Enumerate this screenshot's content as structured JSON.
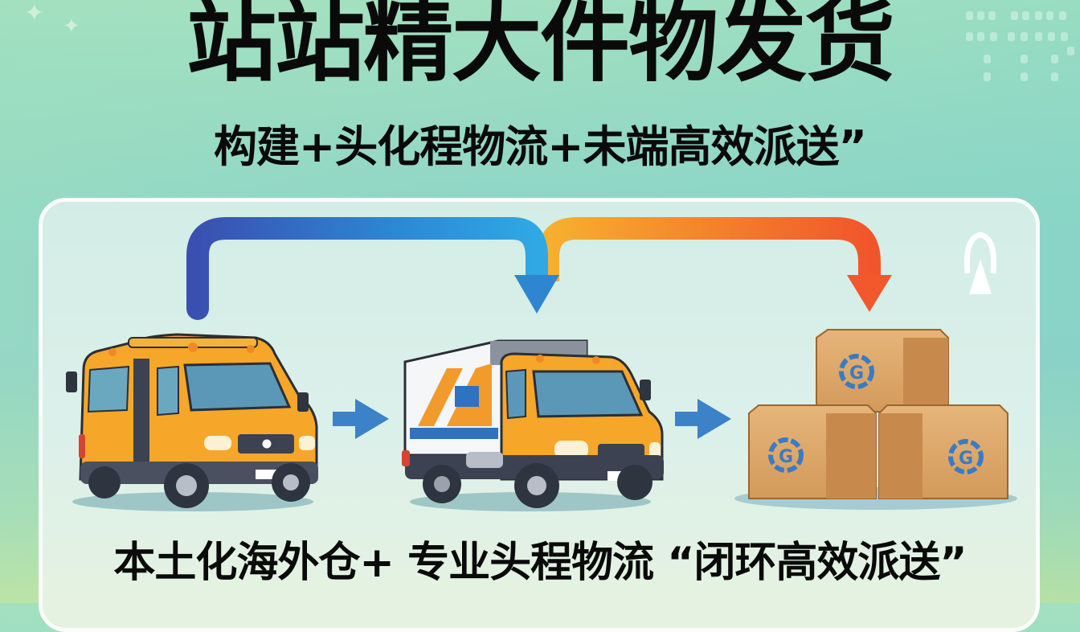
{
  "header": {
    "title": "站站精大件物发货",
    "subtitle": "构建+头化程物流+未端高效派送”"
  },
  "flow": {
    "steps": [
      {
        "name": "local-overseas-warehouse",
        "icon": "van-icon"
      },
      {
        "name": "first-mile-logistics",
        "icon": "box-truck-icon"
      },
      {
        "name": "last-mile-delivery",
        "icon": "cardboard-boxes-icon"
      }
    ],
    "arrows": [
      {
        "from": 0,
        "to": 1,
        "color_start": "#3a55b4",
        "color_end": "#2ea6e2"
      },
      {
        "from": 1,
        "to": 2,
        "color_start": "#f6ad2e",
        "color_end": "#f2582c"
      }
    ],
    "corner_icon": "signal-tower-icon"
  },
  "footer": {
    "caption": "本土化海外仓+ 专业头程物流 “闭环高效派送”"
  },
  "colors": {
    "accent_blue": "#2f7fd0",
    "accent_orange": "#f2582c",
    "truck_orange": "#f6a629",
    "box_brown": "#d9a264",
    "box_logo_blue": "#3a7bc4"
  }
}
